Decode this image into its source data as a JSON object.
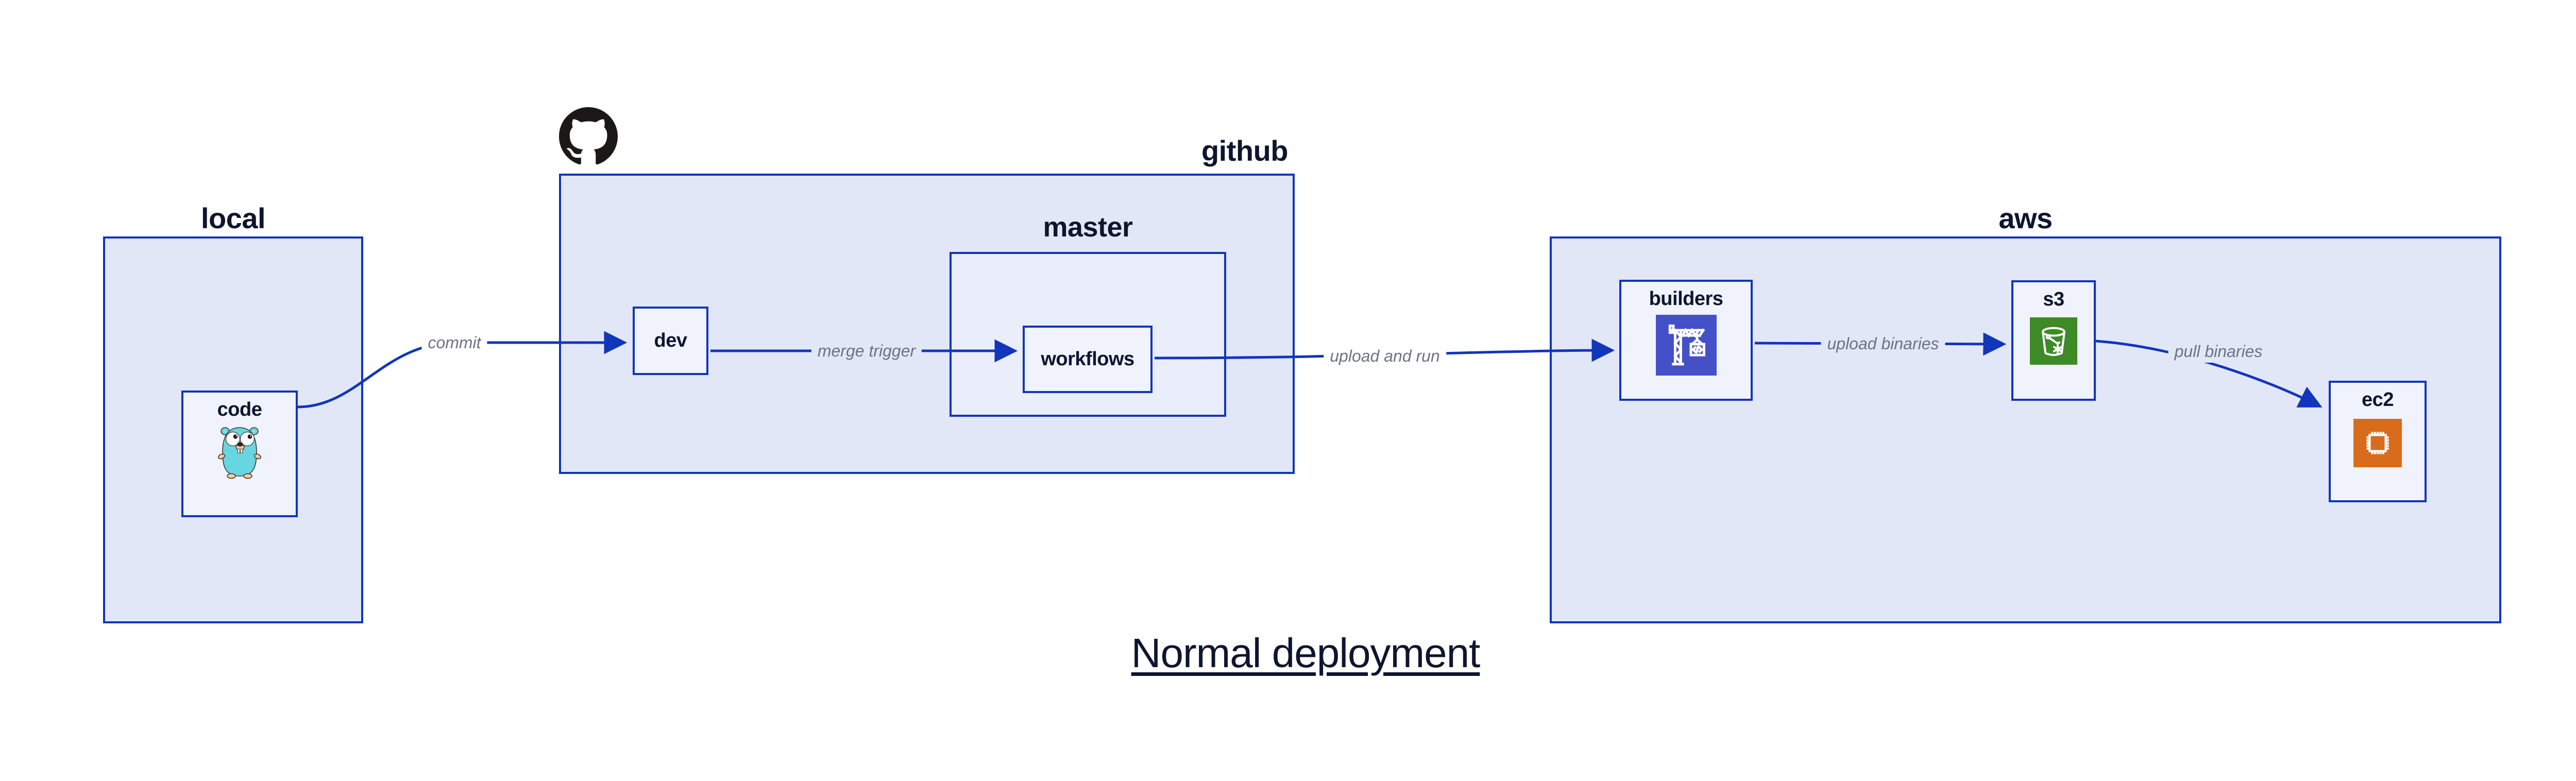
{
  "diagram": {
    "title": "Normal deployment",
    "containers": {
      "local": {
        "label": "local"
      },
      "github": {
        "label": "github",
        "icon": "github-octocat-icon"
      },
      "master": {
        "label": "master"
      },
      "aws": {
        "label": "aws"
      }
    },
    "nodes": {
      "code": {
        "label": "code",
        "icon": "go-gopher-icon"
      },
      "dev": {
        "label": "dev"
      },
      "workflows": {
        "label": "workflows"
      },
      "builders": {
        "label": "builders",
        "icon": "codebuild-crane-icon"
      },
      "s3": {
        "label": "s3",
        "icon": "s3-bucket-snowflake-icon"
      },
      "ec2": {
        "label": "ec2",
        "icon": "ec2-chip-icon"
      }
    },
    "edges": {
      "commit": {
        "label": "commit",
        "from": "code",
        "to": "dev"
      },
      "merge_trigger": {
        "label": "merge trigger",
        "from": "dev",
        "to": "workflows"
      },
      "upload_and_run": {
        "label": "upload and run",
        "from": "workflows",
        "to": "builders"
      },
      "upload_binaries": {
        "label": "upload binaries",
        "from": "builders",
        "to": "s3"
      },
      "pull_binaries": {
        "label": "pull binaries",
        "from": "s3",
        "to": "ec2"
      }
    },
    "colors": {
      "page_bg": "#ffffff",
      "border_blue": "#1135bb",
      "container_fill": "#e2e7f8",
      "master_fill": "#eaeefb",
      "node_fill": "#f0f3fc",
      "text_navy": "#0d152f",
      "edge_label_gray": "#6d7383",
      "codebuild_indigo": "#4450c8",
      "s3_green": "#3e8a26",
      "ec2_orange": "#d96c1c",
      "github_black": "#1b1817",
      "gopher_teal": "#67d6e0",
      "gopher_tan": "#f3cd9e"
    }
  }
}
